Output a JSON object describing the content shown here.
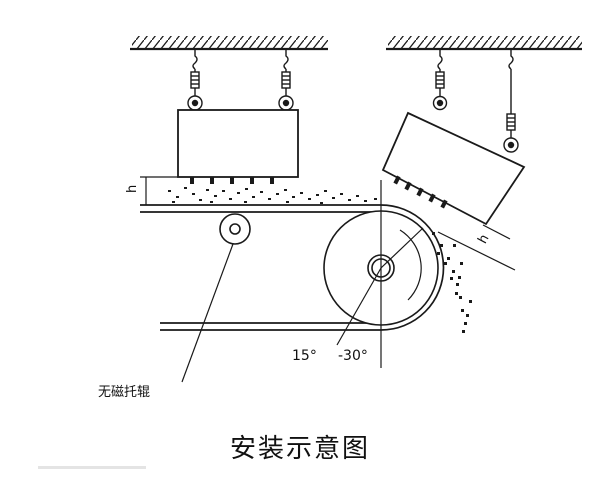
{
  "diagram": {
    "height_label": "h",
    "idler_label": "无磁托辊",
    "angle_left_label": "15°",
    "angle_right_label": "-30°",
    "caption": "安装示意图"
  },
  "colors": {
    "line": "#1a1a1a",
    "background": "#ffffff"
  }
}
